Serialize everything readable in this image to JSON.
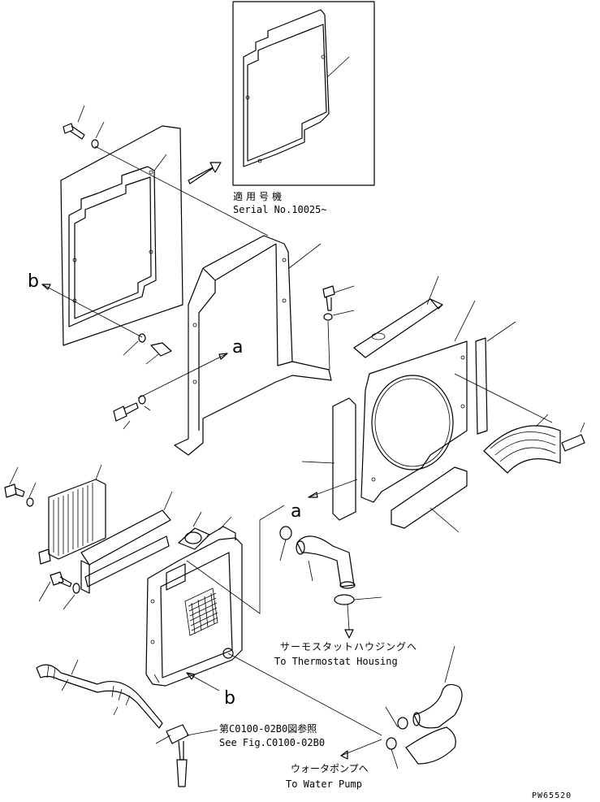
{
  "notes": {
    "serial_jp": "適用号機",
    "serial_en": "Serial No.10025~",
    "thermostat_jp": "サーモスタットハウジングヘ",
    "thermostat_en": "To Thermostat Housing",
    "fig_ref_jp": "第C0100-02B0図参照",
    "fig_ref_en": "See Fig.C0100-02B0",
    "water_pump_jp": "ウォータポンプヘ",
    "water_pump_en": "To Water Pump"
  },
  "callouts": {
    "a_top": "a",
    "a_bottom": "a",
    "b_left": "b",
    "b_bottom": "b"
  },
  "drawing_id": "PW65520"
}
